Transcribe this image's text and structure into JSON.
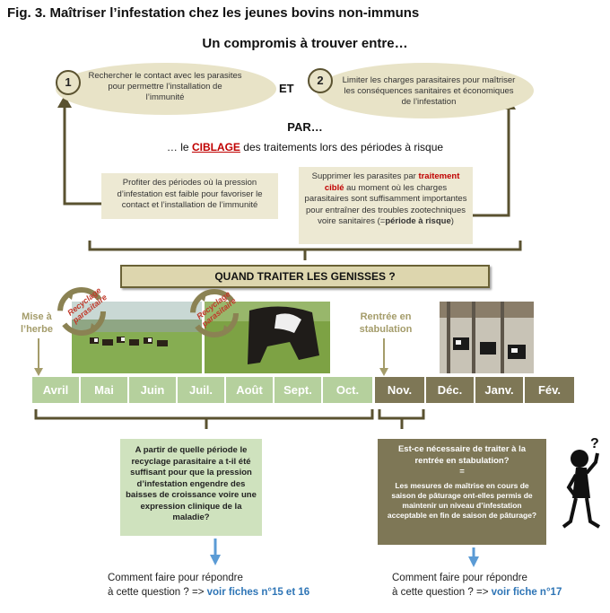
{
  "title": "Fig. 3. Maîtriser l’infestation chez les jeunes bovins non-immuns",
  "subtitle": "Un compromis à trouver entre…",
  "option1": {
    "number": "1",
    "text": "Rechercher le contact avec les parasites pour permettre l’installation de l’immunité"
  },
  "connector_et": "ET",
  "option2": {
    "number": "2",
    "text": "Limiter les charges parasitaires pour maîtriser les conséquences sanitaires et économiques de l’infestation"
  },
  "par": "PAR…",
  "ciblage": {
    "before": "… le ",
    "highlight": "CIBLAGE",
    "after": " des traitements lors des périodes à risque"
  },
  "left_box": "Profiter des périodes où la pression d’infestation est faible pour favoriser le contact et l’installation de l’immunité",
  "right_box": {
    "part1": "Supprimer les parasites par ",
    "highlight": "traitement ciblé",
    "part2": " au moment où les charges parasitaires sont suffisamment importantes pour entraîner des troubles zootechniques voire sanitaires (=",
    "bold": "période à risque",
    "part3": ")"
  },
  "banner": "QUAND TRAITER LES GENISSES  ?",
  "labels": {
    "mise_herbe": "Mise à l’herbe",
    "rentree": "Rentrée en stabulation",
    "recyclage": "Recyclage parasitaire"
  },
  "months": [
    "Avril",
    "Mai",
    "Juin",
    "Juil.",
    "Août",
    "Sept.",
    "Oct.",
    "Nov.",
    "Déc.",
    "Janv.",
    "Fév."
  ],
  "colors": {
    "pasture_green": "#b5d09d",
    "stable_brown": "#7e7756",
    "oval_beige": "#e8e3c7",
    "banner_beige": "#ddd6ae",
    "highlight_red": "#c00000",
    "link_blue": "#2e75b6"
  },
  "question_left": "A partir de quelle période le recyclage parasitaire a t-il été suffisant pour que la pression d’infestation engendre des baisses de croissance voire une expression clinique de la maladie?",
  "question_right": {
    "main": "Est-ce nécessaire de traiter à la rentrée en stabulation?",
    "equals": "=",
    "sub": "Les mesures de maîtrise en cours de saison de pâturage ont-elles permis de maintenir un niveau d’infestation acceptable en fin de saison de pâturage?"
  },
  "footer_left": {
    "line1": "Comment faire pour répondre",
    "line2": "à cette question ? => ",
    "link": "voir fiches n°15 et 16"
  },
  "footer_right": {
    "line1": "Comment faire pour répondre",
    "line2": "à cette question ? => ",
    "link": "voir fiche n°17"
  },
  "icons": [
    "question-figure-icon",
    "recycle-arrows-icon"
  ]
}
